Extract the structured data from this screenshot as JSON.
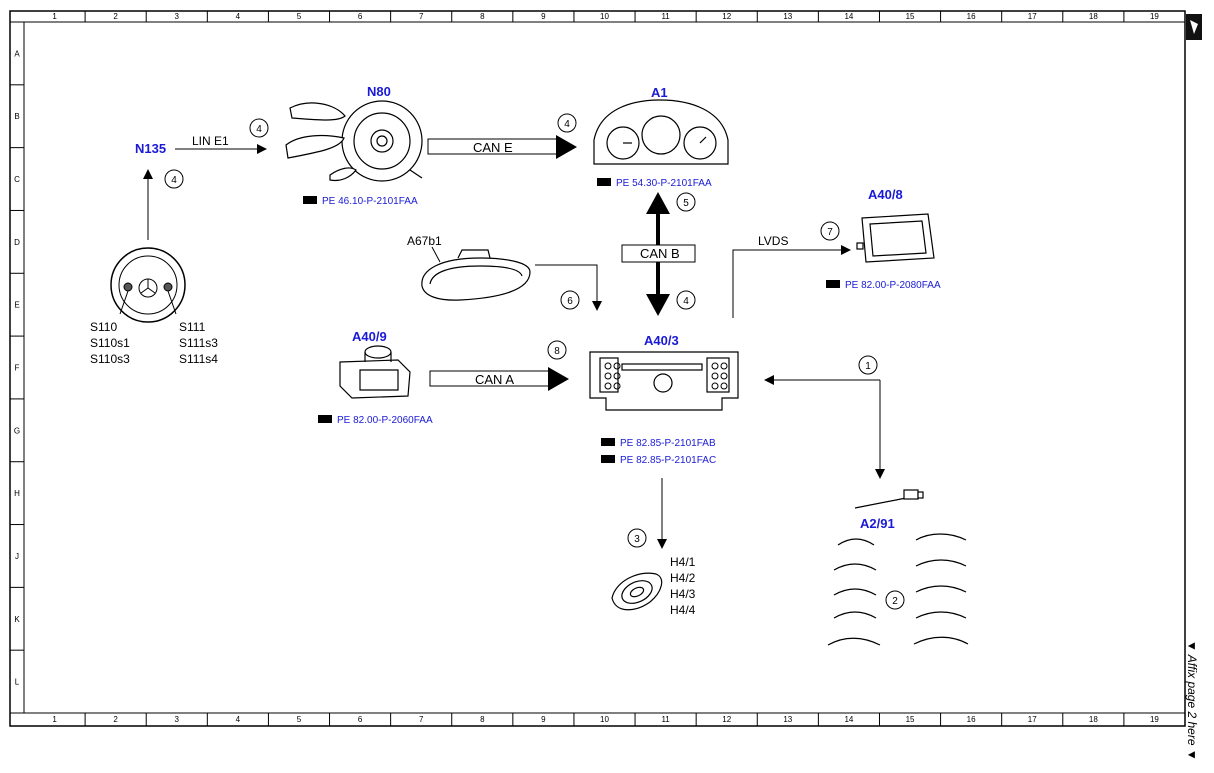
{
  "frame": {
    "cols": [
      "1",
      "2",
      "3",
      "4",
      "5",
      "6",
      "7",
      "8",
      "9",
      "10",
      "11",
      "12",
      "13",
      "14",
      "15",
      "16",
      "17",
      "18",
      "19"
    ],
    "rows": [
      "A",
      "B",
      "C",
      "D",
      "E",
      "F",
      "G",
      "H",
      "J",
      "K",
      "L"
    ],
    "side_note": "▼ Affix page 2 here ▼"
  },
  "components": {
    "N135": "N135",
    "N80": "N80",
    "A1": "A1",
    "A40_8": "A40/8",
    "A67b1": "A67b1",
    "A40_9": "A40/9",
    "A40_3": "A40/3",
    "A2_91": "A2/91",
    "switches_left": [
      "S110",
      "S110s1",
      "S110s3"
    ],
    "switches_right": [
      "S111",
      "S111s3",
      "S111s4"
    ],
    "speakers": [
      "H4/1",
      "H4/2",
      "H4/3",
      "H4/4"
    ]
  },
  "buses": {
    "lin_e1": "LIN E1",
    "can_e": "CAN E",
    "can_b": "CAN B",
    "can_a": "CAN A",
    "lvds": "LVDS"
  },
  "references": {
    "n80": "PE 46.10-P-2101FAA",
    "a1": "PE 54.30-P-2101FAA",
    "a40_8": "PE 82.00-P-2080FAA",
    "a40_9": "PE 82.00-P-2060FAA",
    "a40_3_1": "PE 82.85-P-2101FAB",
    "a40_3_2": "PE 82.85-P-2101FAC"
  },
  "callouts": {
    "n135_up": "4",
    "lin": "4",
    "can_e": "4",
    "can_b_up": "5",
    "can_b_down": "4",
    "lvds": "7",
    "a67b1": "6",
    "can_a": "8",
    "a2_91": "1",
    "speakers": "3",
    "waves": "2"
  },
  "colors": {
    "component_label": "#1a1ad6",
    "line": "#000000"
  }
}
